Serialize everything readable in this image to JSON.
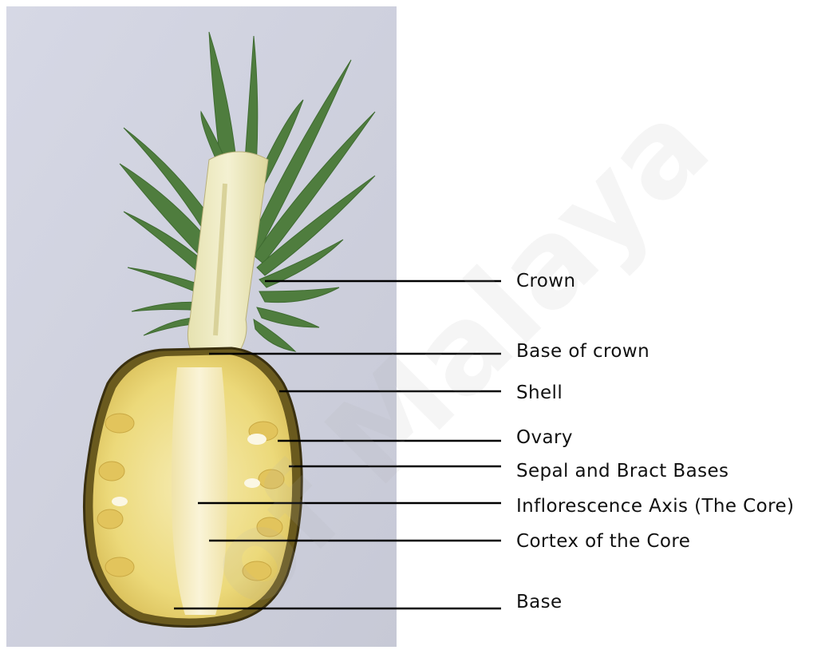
{
  "watermark": {
    "text": "of Malaya"
  },
  "labels": {
    "crown": "Crown",
    "base_of_crown": "Base of crown",
    "shell": "Shell",
    "ovary": "Ovary",
    "sepal_bract": "Sepal and Bract  Bases",
    "core": "Inflorescence Axis (The Core)",
    "cortex": "Cortex of the Core",
    "base": "Base"
  },
  "colors": {
    "photo_background": "#cfd1de",
    "flesh": "#f0de86",
    "core": "#f6eebe",
    "leaves": "#4d7a3d",
    "leader_line": "#000000"
  }
}
